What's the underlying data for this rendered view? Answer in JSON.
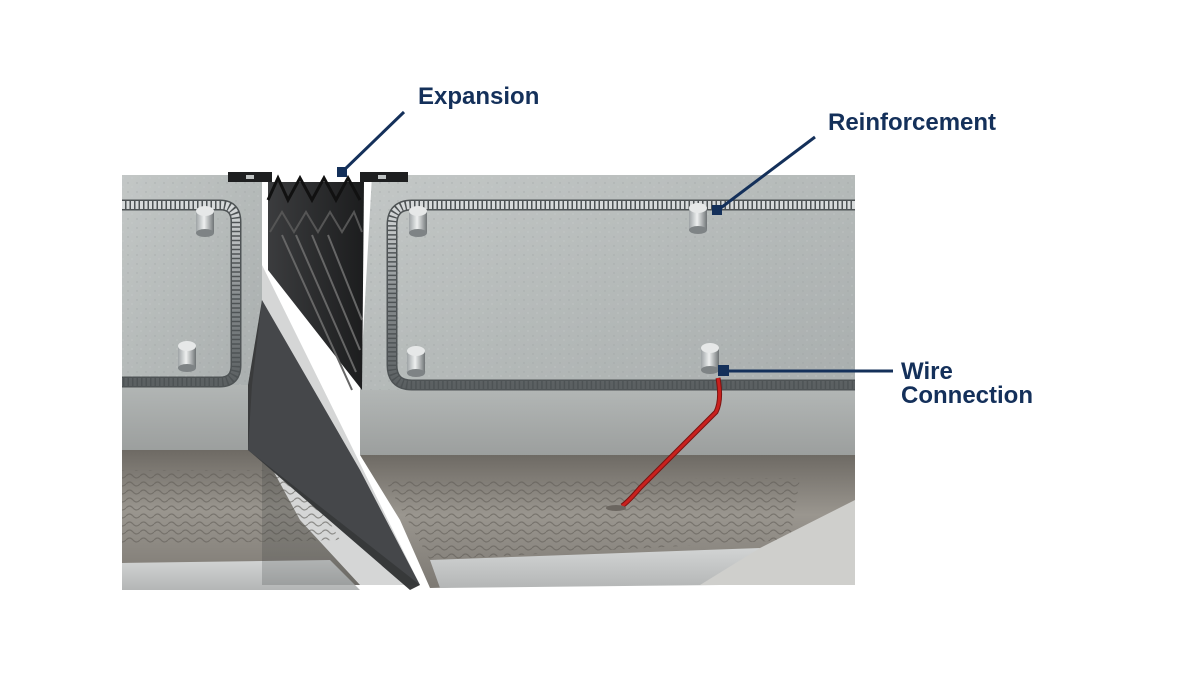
{
  "labels": {
    "expansion": "Expansion",
    "reinforcement": "Reinforcement",
    "wire_line1": "Wire",
    "wire_line2": "Connection"
  },
  "colors": {
    "callout": "#14305a",
    "wire": "#c9211e",
    "concrete_top": "#b7bcbb",
    "concrete_side": "#a8adad",
    "rebar": "#8d9294",
    "seal_rubber": "#2a2b2c",
    "underside": "#8f8b84"
  }
}
